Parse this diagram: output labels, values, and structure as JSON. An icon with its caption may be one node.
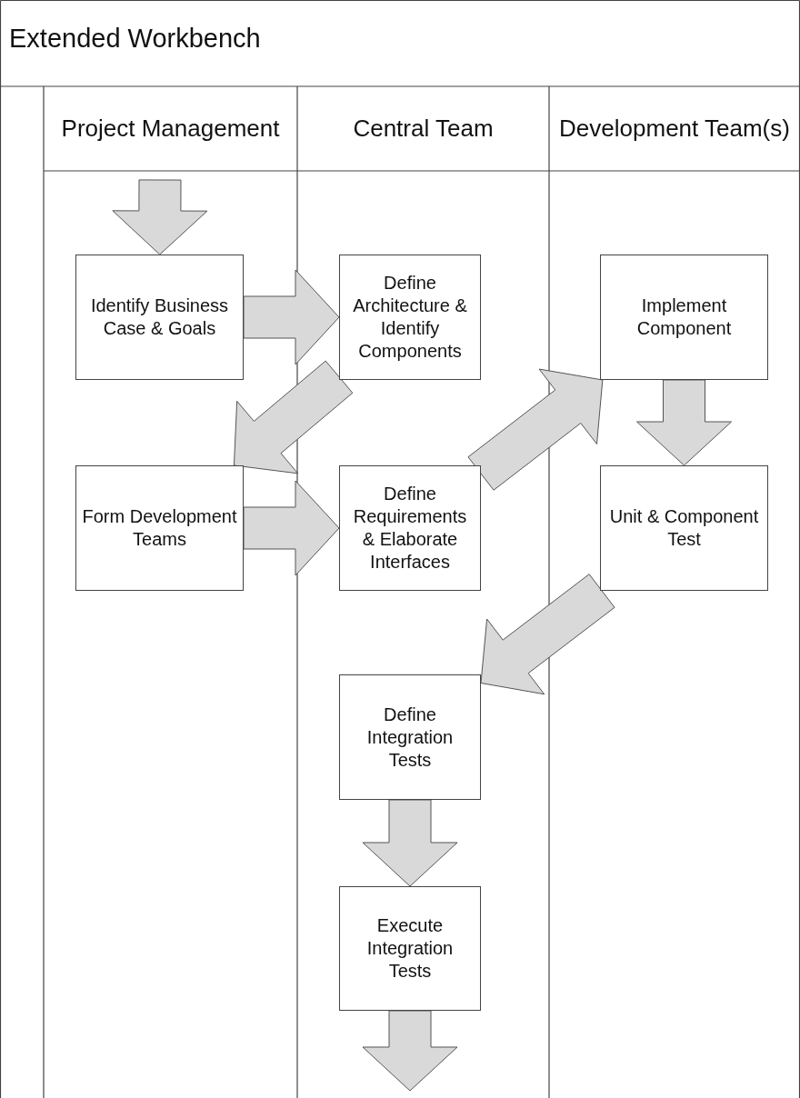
{
  "diagram": {
    "title": "Extended Workbench",
    "nodes": [
      {
        "text": [
          "Project Management"
        ]
      },
      {
        "text": [
          "Central Team"
        ]
      },
      {
        "text": [
          "Development Team(s)"
        ]
      },
      {
        "text": [
          "Identify Business Case & Goals"
        ],
        "in": 0
      },
      {
        "text": [
          "Define Architecture & Identify Components"
        ],
        "in": 1
      },
      {
        "text": [
          "Implement Component"
        ],
        "in": 2
      },
      {
        "text": [
          "Form Development Teams"
        ],
        "in": 0
      },
      {
        "text": [
          "Define Requirements & Elaborate Interfaces"
        ],
        "in": 1
      },
      {
        "text": [
          "Unit & Component Test"
        ],
        "in": 2
      },
      {
        "text": [
          "Define Integration Tests"
        ],
        "in": 1
      },
      {
        "text": [
          "Execute Integration Tests"
        ],
        "in": 1
      }
    ],
    "edges": [
      {
        "from": null,
        "to": 3,
        "arrow": "to"
      },
      {
        "from": 3,
        "to": 4,
        "arrow": "to"
      },
      {
        "from": 4,
        "to": 6,
        "arrow": "to"
      },
      {
        "from": 6,
        "to": 7,
        "arrow": "to"
      },
      {
        "from": 7,
        "to": 5,
        "arrow": "to"
      },
      {
        "from": 5,
        "to": 8,
        "arrow": "to"
      },
      {
        "from": 8,
        "to": 9,
        "arrow": "to"
      },
      {
        "from": 9,
        "to": 10,
        "arrow": "to"
      },
      {
        "from": 10,
        "to": null,
        "arrow": "to"
      }
    ]
  }
}
